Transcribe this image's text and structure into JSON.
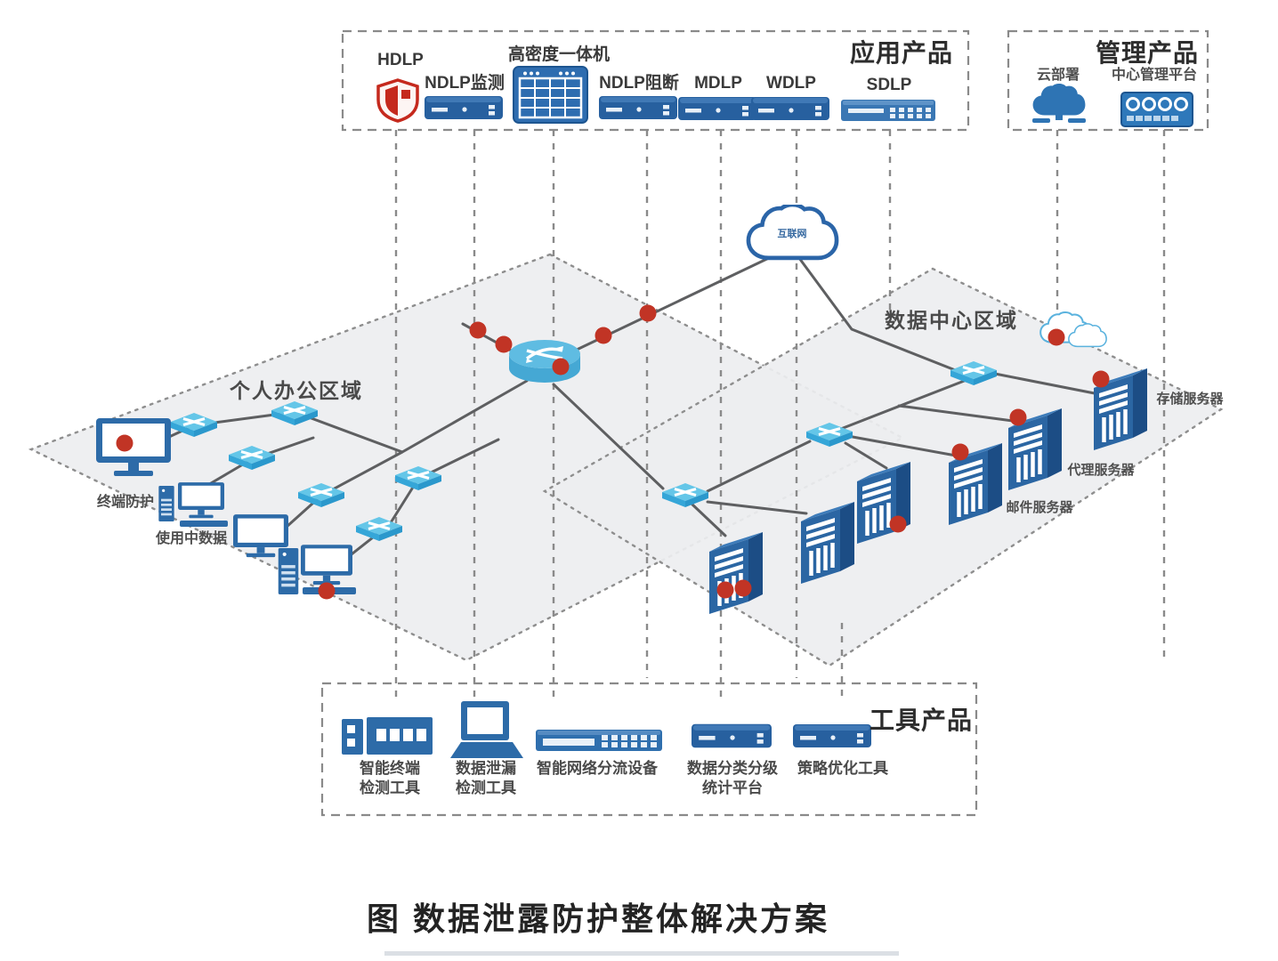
{
  "figure_title": "图  数据泄露防护整体解决方案",
  "boxes": {
    "application": {
      "title": "应用产品",
      "items": [
        {
          "label": "HDLP"
        },
        {
          "label": "NDLP监测"
        },
        {
          "label": "高密度一体机"
        },
        {
          "label": "NDLP阻断"
        },
        {
          "label": "MDLP"
        },
        {
          "label": "WDLP"
        },
        {
          "label": "SDLP"
        }
      ]
    },
    "management": {
      "title": "管理产品",
      "items": [
        {
          "label": "云部署"
        },
        {
          "label": "中心管理平台"
        }
      ]
    },
    "tools": {
      "title": "工具产品",
      "items": [
        {
          "label": "智能终端\n检测工具"
        },
        {
          "label": "数据泄漏\n检测工具"
        },
        {
          "label": "智能网络分流设备"
        },
        {
          "label": "数据分类分级\n统计平台"
        },
        {
          "label": "策略优化工具"
        }
      ]
    }
  },
  "zones": {
    "office": {
      "label": "个人办公区域",
      "devices": [
        {
          "label": "终端防护"
        },
        {
          "label": "使用中数据"
        }
      ]
    },
    "datacenter": {
      "label": "数据中心区域",
      "servers": [
        {
          "label": "存储服务器"
        },
        {
          "label": "代理服务器"
        },
        {
          "label": "邮件服务器"
        }
      ]
    }
  },
  "network": {
    "internet_label": "互联网"
  },
  "colors": {
    "appliance_blue": "#2b66a3",
    "switch_blue": "#5bbfe4",
    "router_blue": "#54b4dd",
    "alert_red": "#c13425",
    "shield_red": "#c5291d",
    "line_gray": "#5e5f61",
    "border_gray": "#8a8a8a",
    "zone_fill": "#edeef0",
    "text_dark": "#3c3c3c"
  }
}
